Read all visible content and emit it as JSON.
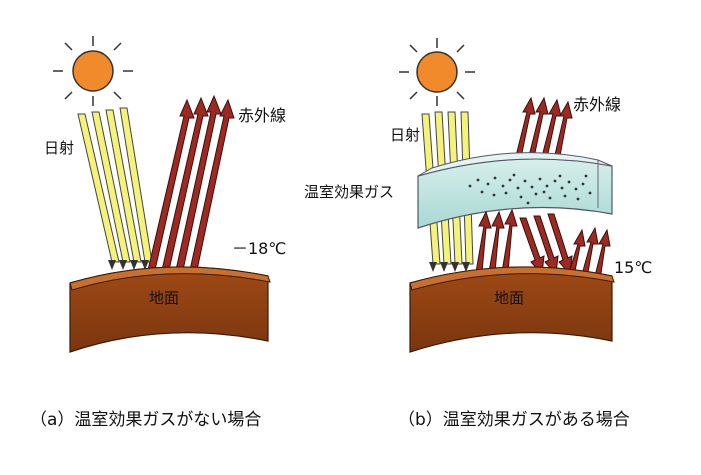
{
  "panel_a": {
    "sunlight_label": "日射",
    "infrared_label": "赤外線",
    "temperature_label": "－18℃",
    "ground_label": "地面",
    "caption": "（a）温室効果ガスがない場合"
  },
  "panel_b": {
    "sunlight_label": "日射",
    "infrared_label": "赤外線",
    "gas_label": "温室効果ガス",
    "temperature_label": "15℃",
    "ground_label": "地面",
    "caption": "（b）温室効果ガスがある場合"
  },
  "colors": {
    "sun": "#f08a2a",
    "sunlight": "#f4f27a",
    "infrared": "#9c2a22",
    "ground_top": "#b85c1c",
    "ground_side": "#8a3e10",
    "gas_layer": "#bfe3df"
  }
}
